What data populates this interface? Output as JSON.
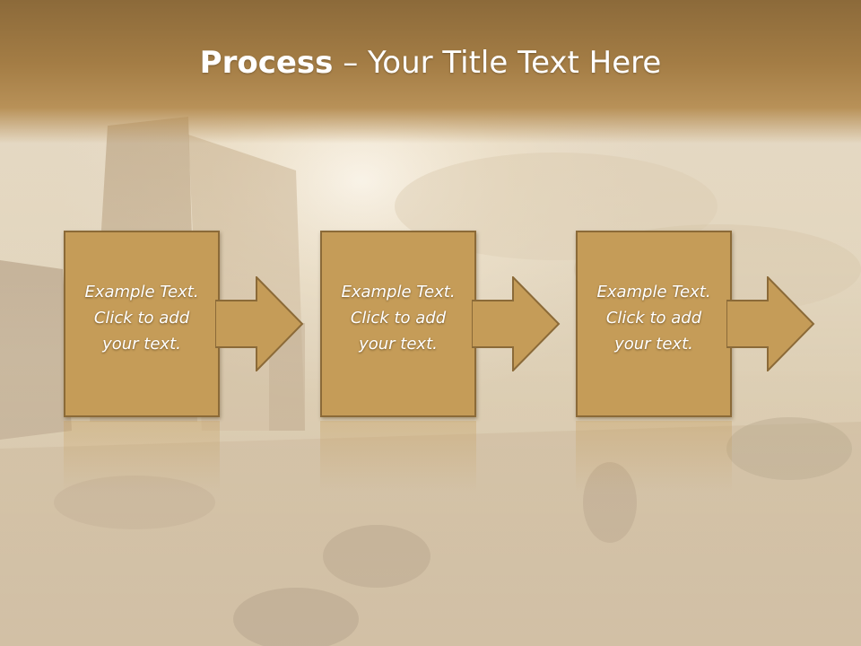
{
  "title": {
    "bold": "Process",
    "separator": " – ",
    "rest": "Your Title Text Here"
  },
  "steps": [
    {
      "line1": "Example Text.",
      "line2": "Click  to add",
      "line3": "your text."
    },
    {
      "line1": "Example Text.",
      "line2": "Click  to add",
      "line3": "your text."
    },
    {
      "line1": "Example Text.",
      "line2": "Click  to add",
      "line3": "your text."
    }
  ],
  "colors": {
    "box_fill": "#c59c58",
    "box_border": "#8b6a38",
    "title_band": "#a47d45",
    "text": "#ffffff"
  }
}
